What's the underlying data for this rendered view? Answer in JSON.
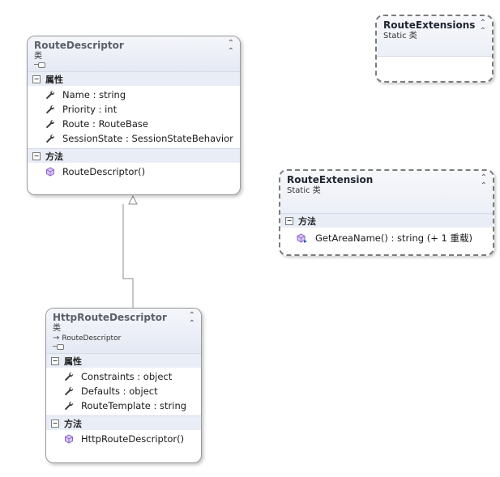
{
  "labels": {
    "section_properties": "属性",
    "section_methods": "方法"
  },
  "classes": {
    "route_descriptor": {
      "name": "RouteDescriptor",
      "stereotype": "类",
      "properties": [
        "Name : string",
        "Priority : int",
        "Route : RouteBase",
        "SessionState : SessionStateBehavior"
      ],
      "methods": [
        "RouteDescriptor()"
      ]
    },
    "http_route_descriptor": {
      "name": "HttpRouteDescriptor",
      "stereotype": "类",
      "base": "RouteDescriptor",
      "properties": [
        "Constraints : object",
        "Defaults : object",
        "RouteTemplate : string"
      ],
      "methods": [
        "HttpRouteDescriptor()"
      ]
    },
    "route_extensions": {
      "name": "RouteExtensions",
      "stereotype": "Static 类"
    },
    "route_extension": {
      "name": "RouteExtension",
      "stereotype": "Static 类",
      "methods": [
        "GetAreaName() : string (+ 1 重载)"
      ]
    }
  },
  "icons": {
    "property": "wrench-icon",
    "method": "cube-icon",
    "extension_method": "cube-overload-icon",
    "collapse": "double-chevron-up-icon"
  },
  "colors": {
    "header_bg": "#e5e9f3",
    "section_bg": "#e9edf5",
    "border": "#9a9a9a",
    "method_icon": "#8a5fd0"
  }
}
